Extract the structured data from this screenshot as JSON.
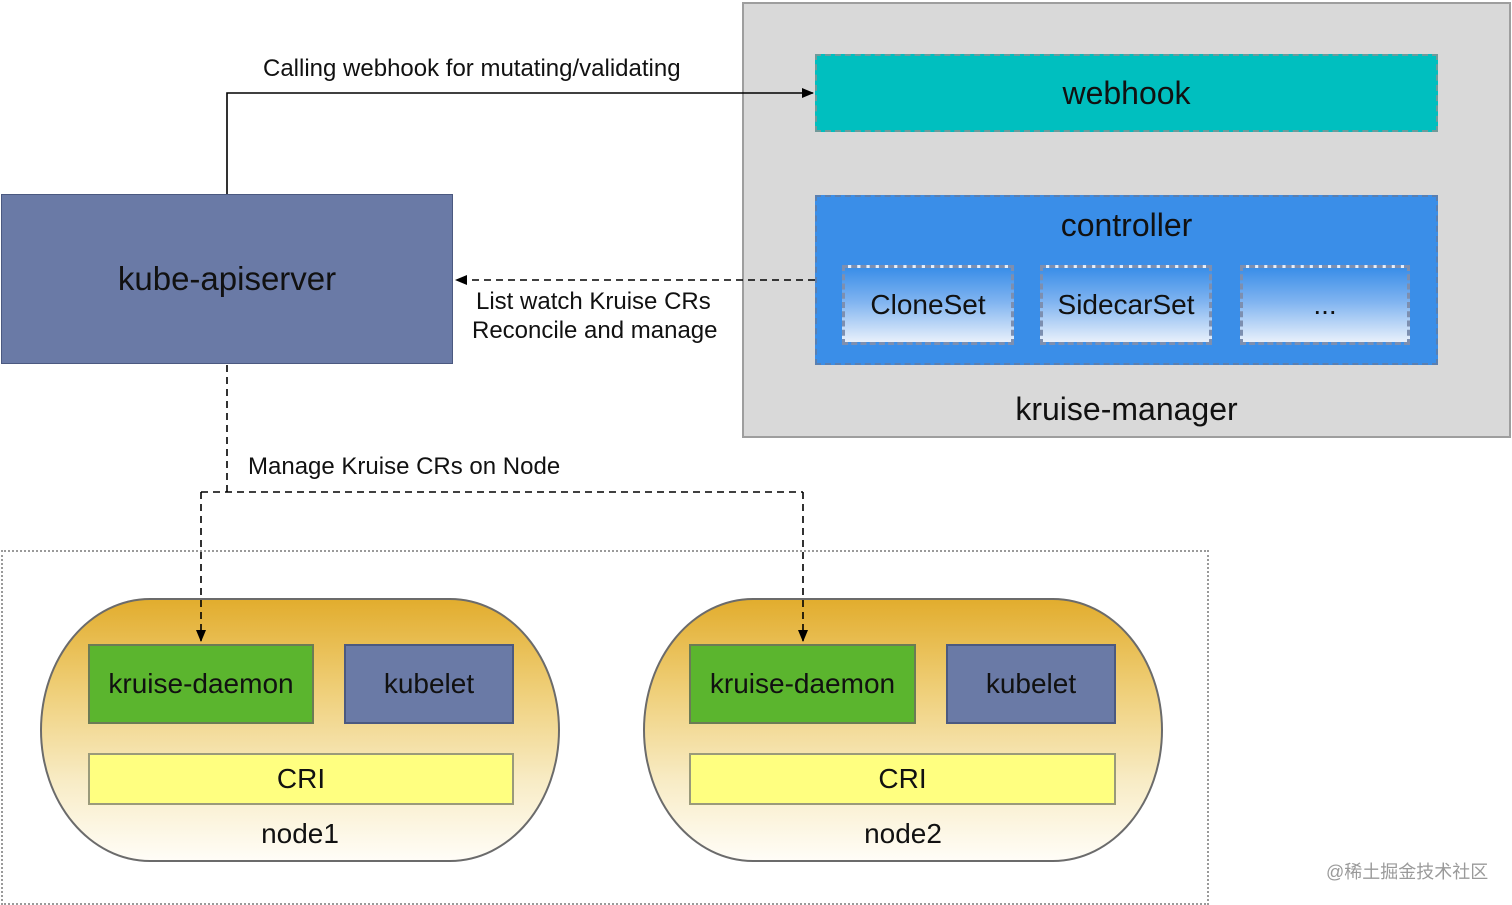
{
  "kube_apiserver": {
    "label": "kube-apiserver"
  },
  "kruise_manager": {
    "label": "kruise-manager",
    "webhook": "webhook",
    "controller": {
      "label": "controller",
      "items": [
        "CloneSet",
        "SidecarSet",
        "..."
      ]
    }
  },
  "edges": {
    "webhook_call": "Calling webhook for mutating/validating",
    "list_watch_line1": "List watch Kruise CRs",
    "list_watch_line2": "Reconcile and manage",
    "manage_node": "Manage Kruise CRs on Node"
  },
  "nodes": [
    {
      "label": "node1",
      "daemon": "kruise-daemon",
      "kubelet": "kubelet",
      "cri": "CRI"
    },
    {
      "label": "node2",
      "daemon": "kruise-daemon",
      "kubelet": "kubelet",
      "cri": "CRI"
    }
  ],
  "watermark": "@稀土掘金技术社区"
}
